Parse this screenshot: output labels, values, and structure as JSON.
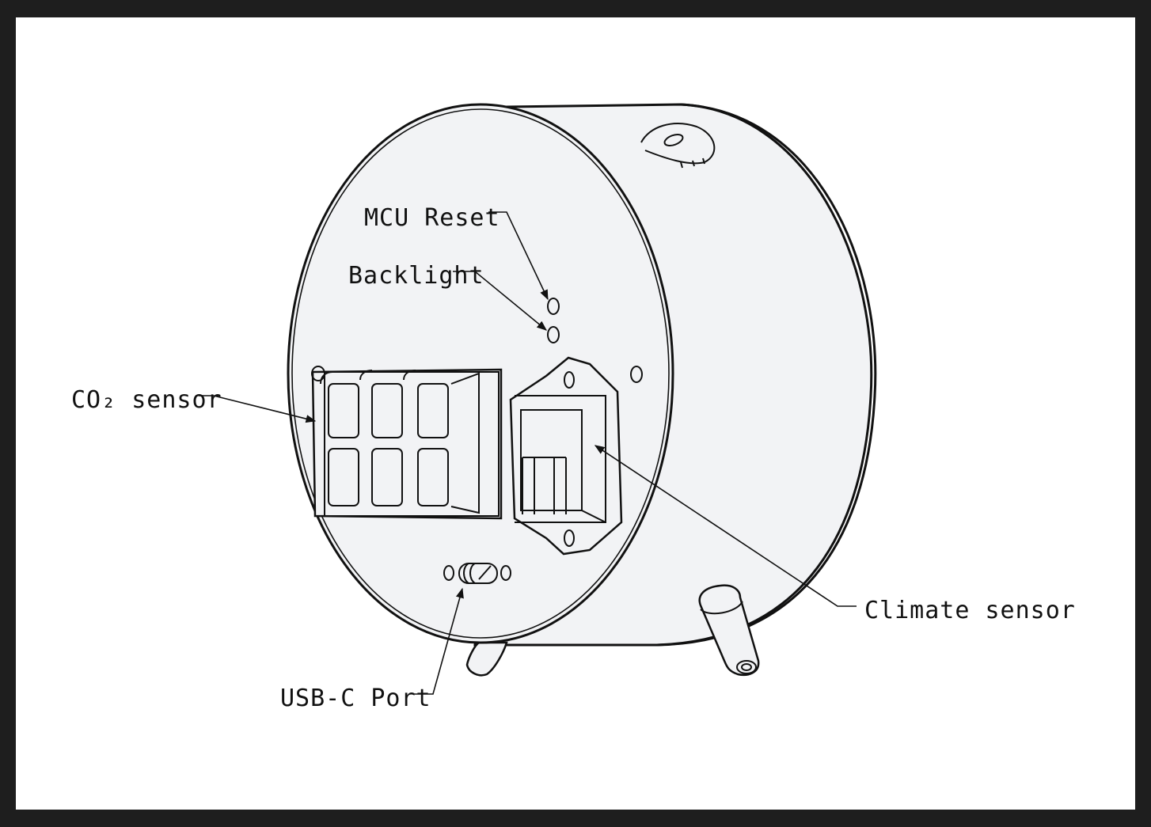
{
  "colors": {
    "background": "#1e1e1e",
    "paper": "#ffffff",
    "body_fill": "#f2f3f5",
    "ink": "#111111"
  },
  "callouts": {
    "mcu_reset": "MCU Reset",
    "backlight": "Backlight",
    "co2_sensor": "CO₂ sensor",
    "climate_sensor": "Climate sensor",
    "usb_c_port": "USB-C Port"
  }
}
